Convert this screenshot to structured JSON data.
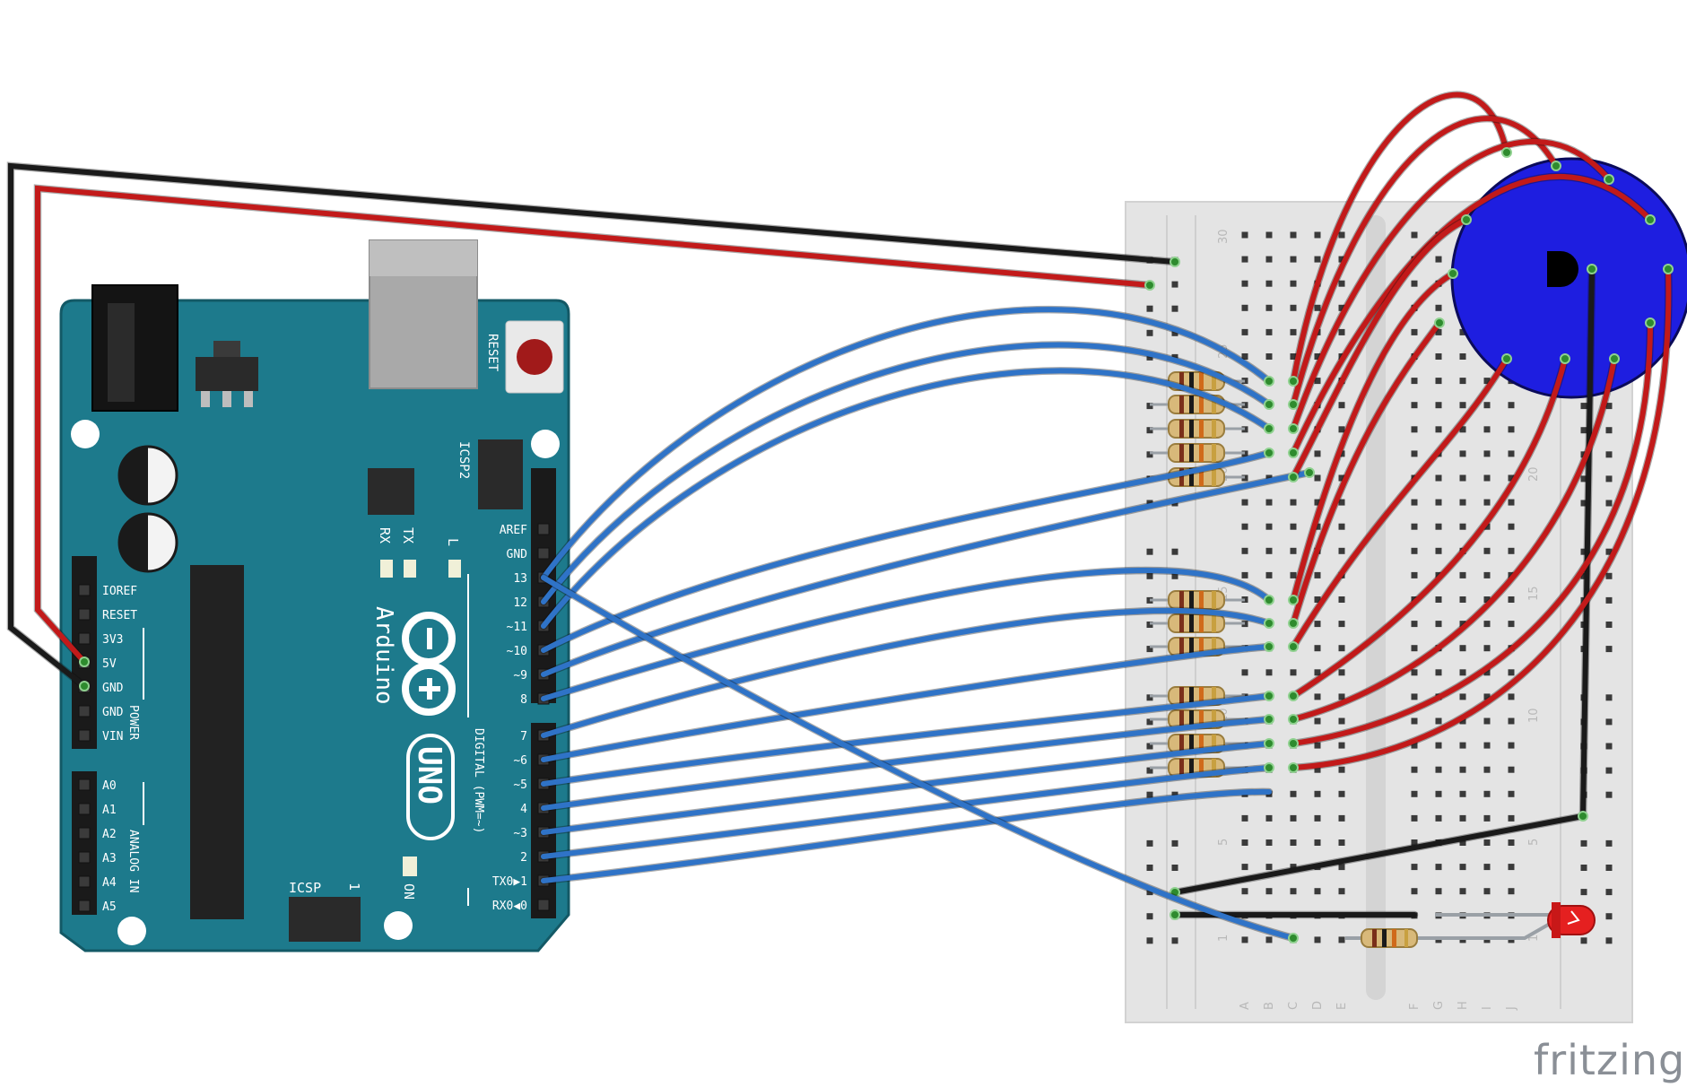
{
  "colors": {
    "board": "#1d7a8c",
    "board_dark": "#135966",
    "breadboard": "#e6e6e6",
    "wire_blue": "#2f73c7",
    "wire_red": "#c21a1a",
    "wire_black": "#1a1a1a",
    "buzzer": "#1e1ee0",
    "led": "#e52020",
    "wordmark": "#8a8f96"
  },
  "arduino": {
    "logo_text": "Arduino",
    "model_text": "UNO",
    "reset_label": "RESET",
    "icsp2_label": "ICSP2",
    "icsp_label": "ICSP",
    "icsp_pin1": "1",
    "led_labels": {
      "tx": "TX",
      "rx": "RX",
      "l": "L",
      "on": "ON"
    },
    "digital_caption": "DIGITAL (PWM=~)",
    "power_caption": "POWER",
    "analog_caption": "ANALOG IN",
    "digital_top": [
      "AREF",
      "GND",
      "13",
      "12",
      "~11",
      "~10",
      "~9",
      "8"
    ],
    "digital_bottom": [
      "7",
      "~6",
      "~5",
      "4",
      "~3",
      "2",
      "TX0▶1",
      "RX0◀0"
    ],
    "power_pins": [
      "IOREF",
      "RESET",
      "3V3",
      "5V",
      "GND",
      "GND",
      "VIN"
    ],
    "analog_pins": [
      "A0",
      "A1",
      "A2",
      "A3",
      "A4",
      "A5"
    ]
  },
  "breadboard": {
    "row_markers": [
      "30",
      "25",
      "20",
      "15",
      "10",
      "5",
      "1"
    ],
    "column_letters_left": [
      "A",
      "B",
      "C",
      "D",
      "E"
    ],
    "column_letters_right": [
      "F",
      "G",
      "H",
      "I",
      "J"
    ]
  },
  "watermark": "fritzing"
}
